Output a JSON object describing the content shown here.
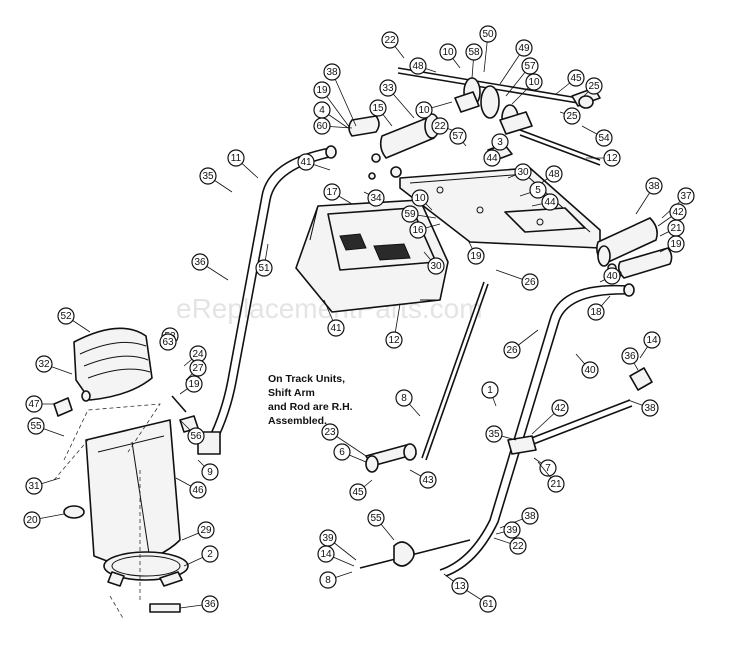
{
  "watermark": "eReplacementParts.com",
  "note": [
    "On Track Units,",
    "Shift Arm",
    "and Rod are R.H.",
    "Assembled."
  ],
  "callouts": [
    "22",
    "48",
    "10",
    "58",
    "50",
    "49",
    "57",
    "10",
    "45",
    "25",
    "44",
    "38",
    "19",
    "4",
    "60",
    "15",
    "33",
    "10",
    "22",
    "57",
    "25",
    "54",
    "3",
    "30",
    "48",
    "41",
    "12",
    "11",
    "35",
    "17",
    "34",
    "10",
    "59",
    "5",
    "44",
    "38",
    "37",
    "42",
    "16",
    "19",
    "26",
    "21",
    "19",
    "51",
    "30",
    "36",
    "52",
    "40",
    "18",
    "32",
    "53",
    "41",
    "12",
    "26",
    "40",
    "14",
    "24",
    "27",
    "36",
    "47",
    "19",
    "8",
    "55",
    "1",
    "56",
    "23",
    "42",
    "38",
    "6",
    "35",
    "9",
    "31",
    "43",
    "7",
    "46",
    "21",
    "45",
    "20",
    "29",
    "2",
    "55",
    "38",
    "39",
    "39",
    "14",
    "22",
    "8",
    "13",
    "36",
    "61",
    "63"
  ]
}
